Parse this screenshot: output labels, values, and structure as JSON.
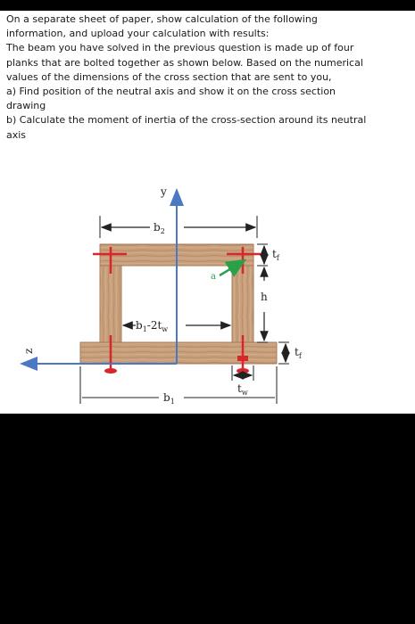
{
  "question": {
    "lines": [
      "On a separate sheet of paper, show calculation of the following",
      "information, and upload your calculation with results:",
      "The beam you have solved in the previous question is made up of four",
      "planks that are bolted together as shown below. Based on the numerical",
      "values of the dimensions of the cross section that are sent to you,",
      "a) Find position of the neutral axis and show it on the cross section",
      "drawing",
      "b) Calculate the moment of inertia of the cross-section around its neutral",
      "axis"
    ]
  },
  "figure": {
    "labels": {
      "y": "y",
      "z": "z",
      "a": "a",
      "b2": "b",
      "b2_sub": "2",
      "b1": "b",
      "b1_sub": "1",
      "b1_minus": "b",
      "b1_minus_sub": "1",
      "b1_minus_rest": "-2t",
      "b1_minus_rest_sub": "w",
      "tf_top": "t",
      "tf_top_sub": "f",
      "tf_bottom": "t",
      "tf_bottom_sub": "f",
      "h": "h",
      "tw": "t",
      "tw_sub": "w"
    },
    "colors": {
      "wood": "#c9a07d",
      "wood_grain": "#a87a55",
      "axis_blue": "#4a78c2",
      "bolt_red": "#d8262a",
      "arrow_green": "#2aa04a",
      "dimension": "#222222"
    }
  }
}
